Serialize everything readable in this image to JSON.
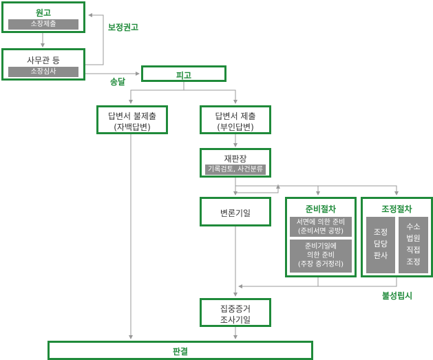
{
  "plaintiff": {
    "title": "원고",
    "sub": "소장제출"
  },
  "clerk": {
    "title": "사무관 등",
    "sub": "소장심사"
  },
  "label_correction": "보정권고",
  "label_service": "송달",
  "defendant": {
    "title": "피고"
  },
  "no_answer": {
    "line1": "답변서 불제출",
    "line2": "(자백답변)"
  },
  "answer": {
    "line1": "답변서 제출",
    "line2": "(부인답변)"
  },
  "judge": {
    "title": "재판장",
    "sub": "기록검토, 사건분류"
  },
  "hearing": {
    "title": "변론기일"
  },
  "prep": {
    "title": "준비절차",
    "item1": "서면에 의한 준비\n(준비서면 공방)",
    "item2": "준비기일에\n의한 준비\n(주장 증거정리)"
  },
  "mediation": {
    "title": "조정절차",
    "item1": "조정\n담당\n판사",
    "item2": "수소\n법원\n직접\n조정"
  },
  "label_failed": "불성립시",
  "concentrated": {
    "line1": "집중증거",
    "line2": "조사기일"
  },
  "judgment": {
    "title": "판결"
  },
  "colors": {
    "accent": "#1f8a3a",
    "line": "#999999",
    "sub_bg": "#8c8c8c"
  }
}
